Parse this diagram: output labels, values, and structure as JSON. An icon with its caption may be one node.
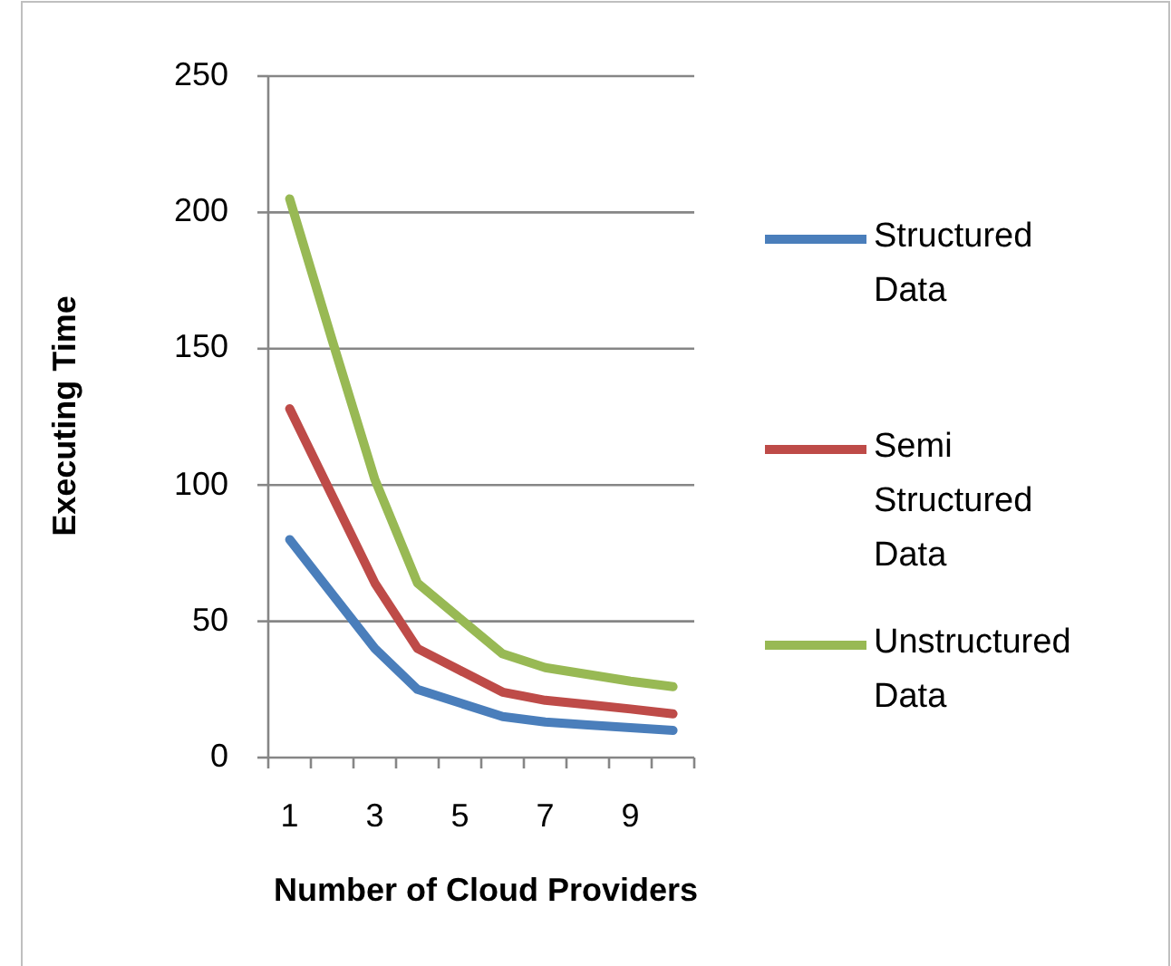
{
  "diagram": {
    "chart_data": {
      "type": "line",
      "xlabel": "Number of Cloud Providers",
      "ylabel": "Executing Time",
      "categories": [
        "1",
        null,
        "3",
        null,
        "5",
        null,
        "7",
        null,
        "9",
        null
      ],
      "grid": true,
      "legend": true,
      "yticks": [
        0,
        50,
        100,
        150,
        200,
        250
      ],
      "ylim": [
        0,
        250
      ],
      "series": [
        {
          "name": "Structured Data",
          "color": "#4a7ebb",
          "values": [
            80,
            60,
            40,
            25,
            20,
            15,
            13,
            12,
            11,
            10
          ]
        },
        {
          "name": "Semi Structured Data",
          "color": "#be4b48",
          "values": [
            128,
            96,
            64,
            40,
            32,
            24,
            21,
            19.5,
            17.8,
            16
          ]
        },
        {
          "name": "Unstructured Data",
          "color": "#98b954",
          "values": [
            205,
            153,
            102,
            64,
            51,
            38,
            33,
            30.5,
            28,
            26
          ]
        }
      ]
    }
  }
}
